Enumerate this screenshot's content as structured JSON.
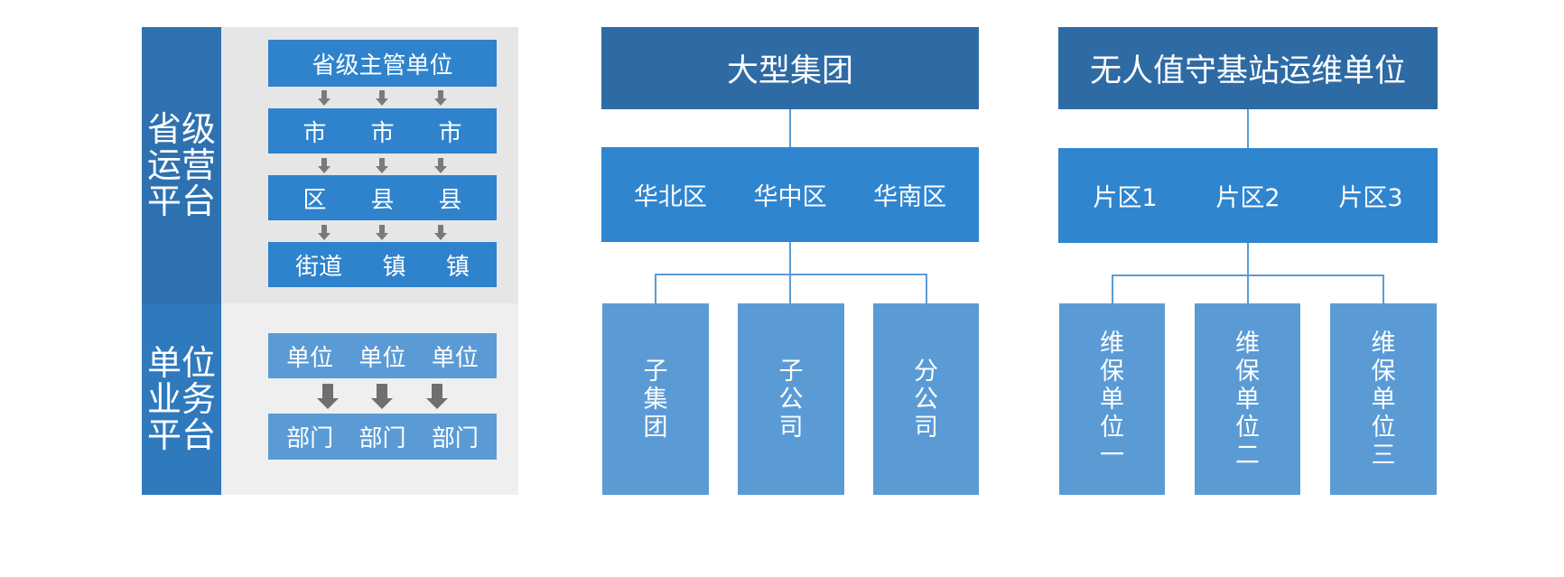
{
  "left": {
    "top_side_label": "省级\n运营\n平台",
    "bottom_side_label": "单位\n业务\n平台",
    "province": "省级主管单位",
    "city_row": [
      "市",
      "市",
      "市"
    ],
    "district_row": [
      "区",
      "县",
      "县"
    ],
    "street_row": [
      "街道",
      "镇",
      "镇"
    ],
    "unit_row": [
      "单位",
      "单位",
      "单位"
    ],
    "dept_row": [
      "部门",
      "部门",
      "部门"
    ]
  },
  "group": {
    "title": "大型集团",
    "regions": [
      "华北区",
      "华中区",
      "华南区"
    ],
    "children": [
      "子\n集\n团",
      "子\n公\n司",
      "分\n公\n司"
    ]
  },
  "station": {
    "title": "无人值守基站运维单位",
    "zones": [
      "片区1",
      "片区2",
      "片区3"
    ],
    "children": [
      "维\n保\n单\n位\n一",
      "维\n保\n单\n位\n二",
      "维\n保\n单\n位\n三"
    ]
  }
}
